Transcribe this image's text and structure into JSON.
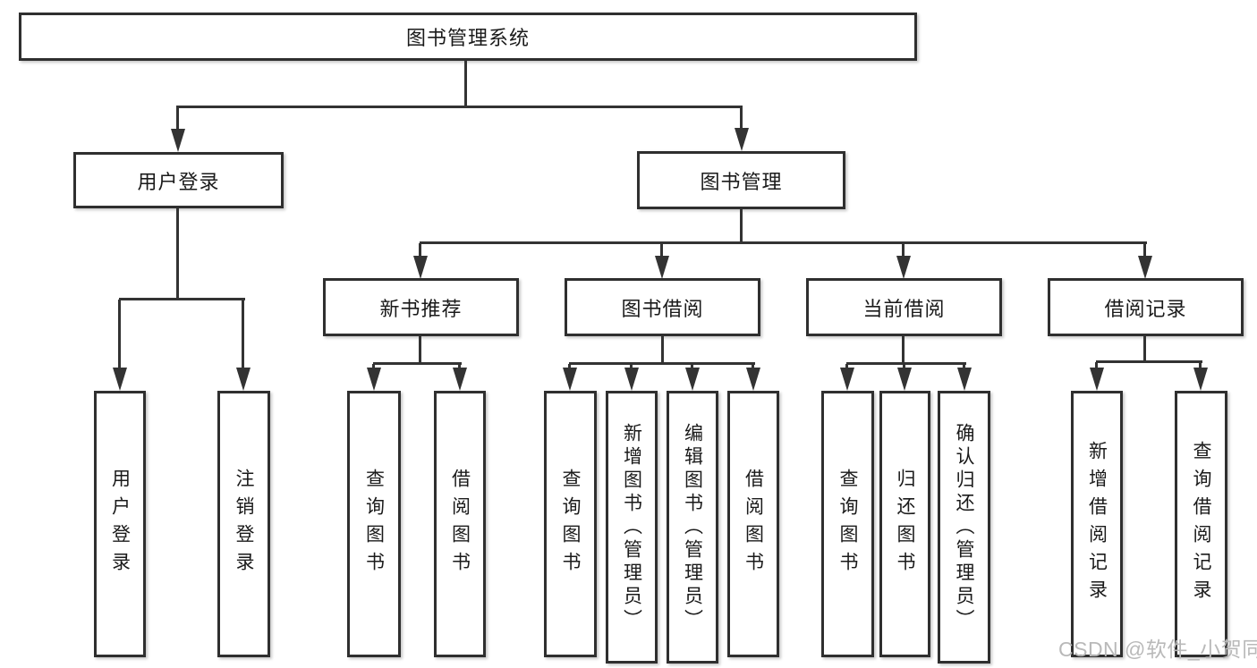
{
  "diagram": {
    "root": {
      "label": "图书管理系统"
    },
    "level2": [
      {
        "id": "user-login",
        "label": "用户登录"
      },
      {
        "id": "book-management",
        "label": "图书管理"
      }
    ],
    "level3": [
      {
        "id": "new-book-recommend",
        "parent": "图书管理",
        "label": "新书推荐"
      },
      {
        "id": "book-borrow",
        "parent": "图书管理",
        "label": "图书借阅"
      },
      {
        "id": "current-borrow",
        "parent": "图书管理",
        "label": "当前借阅"
      },
      {
        "id": "borrow-records",
        "parent": "图书管理",
        "label": "借阅记录"
      }
    ],
    "leaves": [
      {
        "parent": "用户登录",
        "label": "用户登录"
      },
      {
        "parent": "用户登录",
        "label": "注销登录"
      },
      {
        "parent": "新书推荐",
        "label": "查询图书"
      },
      {
        "parent": "新书推荐",
        "label": "借阅图书"
      },
      {
        "parent": "图书借阅",
        "label": "查询图书"
      },
      {
        "parent": "图书借阅",
        "label": "新增图书（管理员）"
      },
      {
        "parent": "图书借阅",
        "label": "编辑图书（管理员）"
      },
      {
        "parent": "图书借阅",
        "label": "借阅图书"
      },
      {
        "parent": "当前借阅",
        "label": "查询图书"
      },
      {
        "parent": "当前借阅",
        "label": "归还图书"
      },
      {
        "parent": "当前借阅",
        "label": "确认归还（管理员）"
      },
      {
        "parent": "借阅记录",
        "label": "新增借阅记录"
      },
      {
        "parent": "借阅记录",
        "label": "查询借阅记录"
      }
    ]
  },
  "watermark": {
    "text": "CSDN @软件_小贺同学"
  },
  "colors": {
    "background": "#ffffff",
    "line": "#333333",
    "box_border": "#2f2f2f",
    "text": "#1a1a1a",
    "watermark": "#b9b9b9"
  }
}
